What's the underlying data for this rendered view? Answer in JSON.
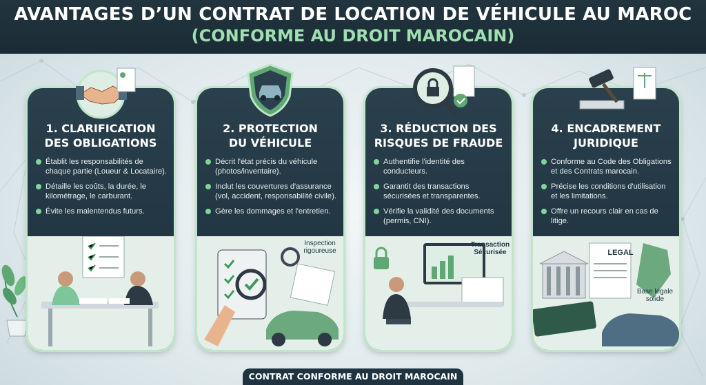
{
  "header": {
    "title_line1": "AVANTAGES D’UN CONTRAT DE LOCATION DE VÉHICULE AU MAROC",
    "title_line2": "(CONFORME AU DROIT MAROCAIN)"
  },
  "cards": [
    {
      "heading": [
        "1. CLARIFICATION",
        "DES OBLIGATIONS"
      ],
      "bullets": [
        "Établit les responsabilités de chaque partie (Loueur & Locataire).",
        "Détaille les coûts, la durée, le kilométrage, le carburant.",
        "Évite les malentendus futurs."
      ],
      "icon": "handshake-icon"
    },
    {
      "heading": [
        "2. PROTECTION",
        "DU VÉHICULE"
      ],
      "bullets": [
        "Décrit l'état précis du véhicule (photos/inventaire).",
        "Inclut les couvertures d'assurance (vol, accident, responsabilité civile).",
        "Gère les dommages et l'entretien."
      ],
      "icon": "shield-car-icon",
      "tag": [
        "Inspection",
        "rigoureuse"
      ]
    },
    {
      "heading": [
        "3. RÉDUCTION DES",
        "RISQUES DE FRAUDE"
      ],
      "bullets": [
        "Authentifie l'identité des conducteurs.",
        "Garantit des transactions sécurisées et transparentes.",
        "Vérifie la validité des documents (permis, CNI)."
      ],
      "icon": "magnifier-lock-icon",
      "tag": [
        "Transaction",
        "Sécurisée"
      ]
    },
    {
      "heading": [
        "4. ENCADREMENT",
        "JURIDIQUE"
      ],
      "bullets": [
        "Conforme au Code des Obligations et des Contrats marocain.",
        "Précise les conditions d'utilisation et les limitations.",
        "Offre un recours clair en cas de litige."
      ],
      "icon": "gavel-icon",
      "doc_label": "LEGAL",
      "tag": [
        "Base légale",
        "solide"
      ]
    }
  ],
  "footer": {
    "label": "CONTRAT CONFORME AU DROIT MAROCAIN"
  },
  "colors": {
    "header_bg": "#1a2b35",
    "accent_green": "#9fe0b0",
    "card_bg": "#213642",
    "card_border": "#bfe6c9"
  }
}
